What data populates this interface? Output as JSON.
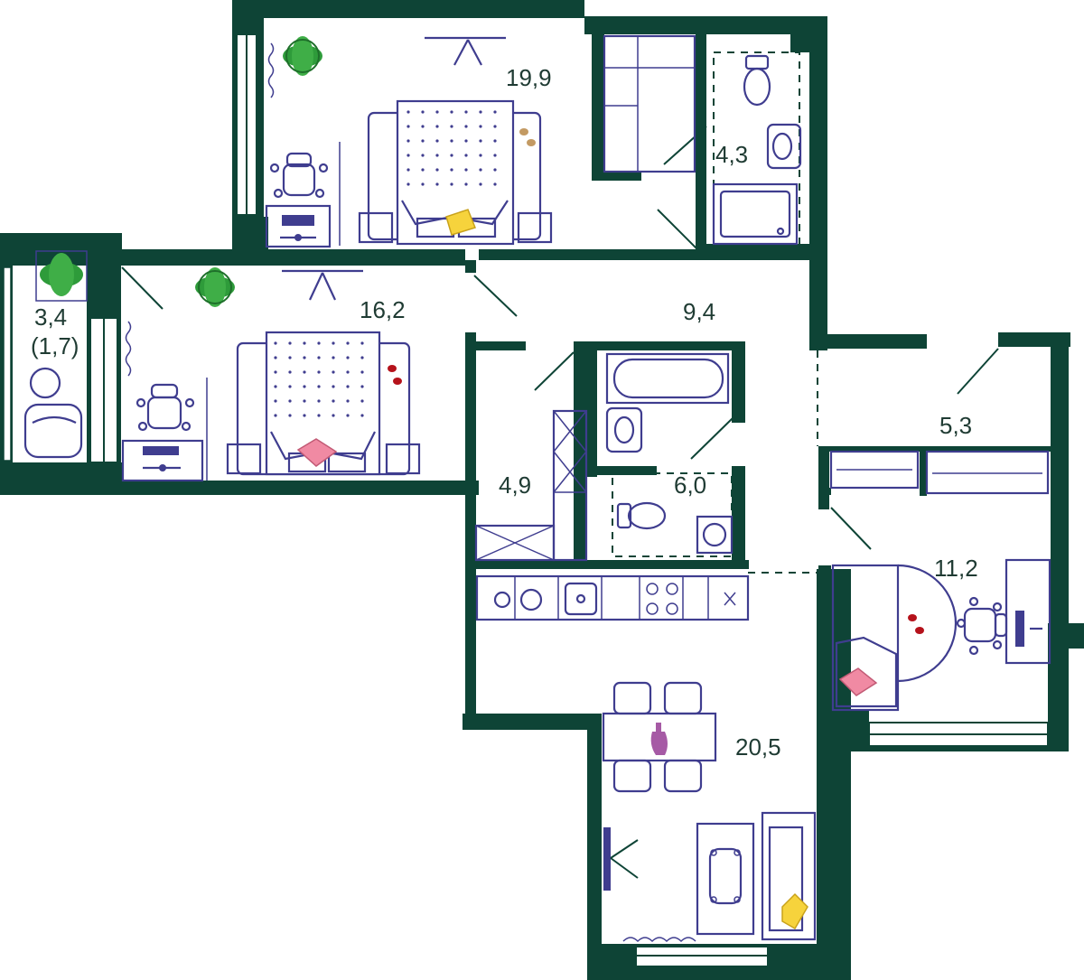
{
  "colors": {
    "wall": "#0e4436",
    "furniture": "#3f3d8f",
    "plant": "#2e9b3a",
    "pillow_yellow": "#f6d33c",
    "pillow_pink": "#f08aa3",
    "slippers": "#b5121b",
    "vase": "#a65aa5"
  },
  "rooms": [
    {
      "id": "bedroom-top",
      "area": "19,9"
    },
    {
      "id": "bathroom-top",
      "area": "4,3"
    },
    {
      "id": "bedroom-left",
      "area": "16,2"
    },
    {
      "id": "hall",
      "area": "9,4"
    },
    {
      "id": "balcony",
      "area": "3,4",
      "area_reduced": "(1,7)"
    },
    {
      "id": "closet",
      "area": "4,9"
    },
    {
      "id": "bathroom-mid",
      "area": "6,0"
    },
    {
      "id": "wardrobe-room",
      "area": "5,3"
    },
    {
      "id": "study",
      "area": "11,2"
    },
    {
      "id": "kitchen-living",
      "area": "20,5"
    }
  ],
  "icons": [
    "plant-icon",
    "bed-icon",
    "chair-icon",
    "toilet-icon",
    "sink-icon",
    "bathtub-icon",
    "shower-icon",
    "stove-icon",
    "sofa-icon",
    "vase-icon",
    "slippers-icon"
  ]
}
